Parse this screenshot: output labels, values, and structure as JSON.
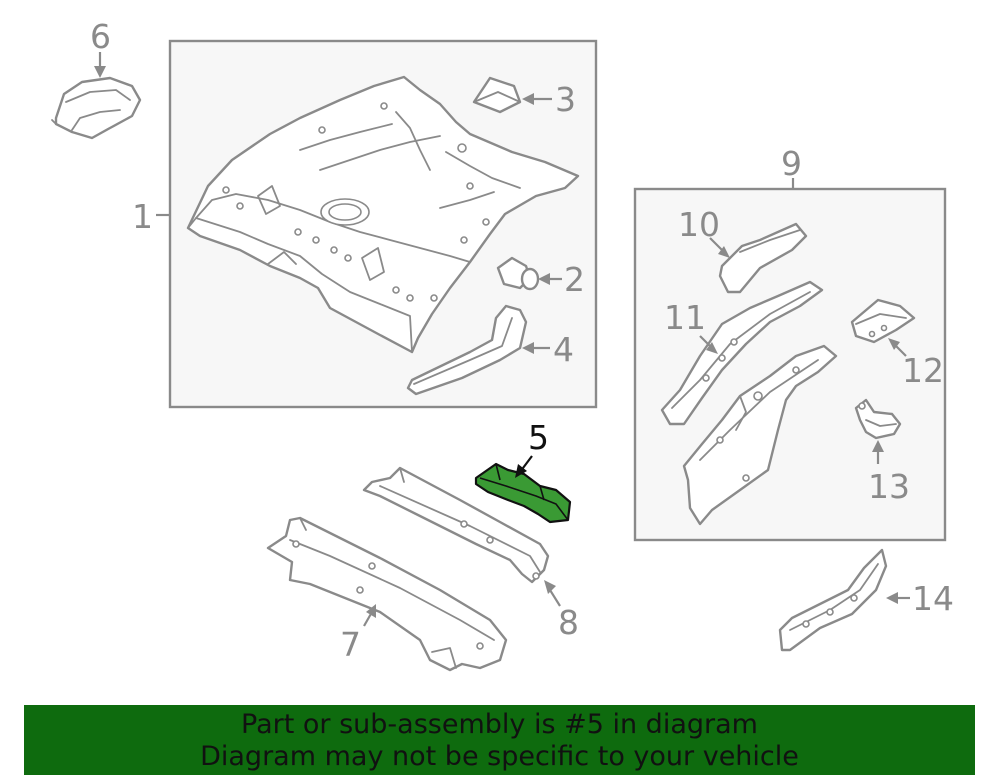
{
  "diagram": {
    "callouts": [
      "1",
      "2",
      "3",
      "4",
      "5",
      "6",
      "7",
      "8",
      "9",
      "10",
      "11",
      "12",
      "13",
      "14"
    ],
    "highlighted_part": "5",
    "colors": {
      "highlight": "#3a9a34",
      "line": "#8a8a8a",
      "banner": "#0e6b0e"
    }
  },
  "banner": {
    "line1": "Part or sub-assembly is #5 in diagram",
    "line2": "Diagram may not be specific to your vehicle"
  }
}
